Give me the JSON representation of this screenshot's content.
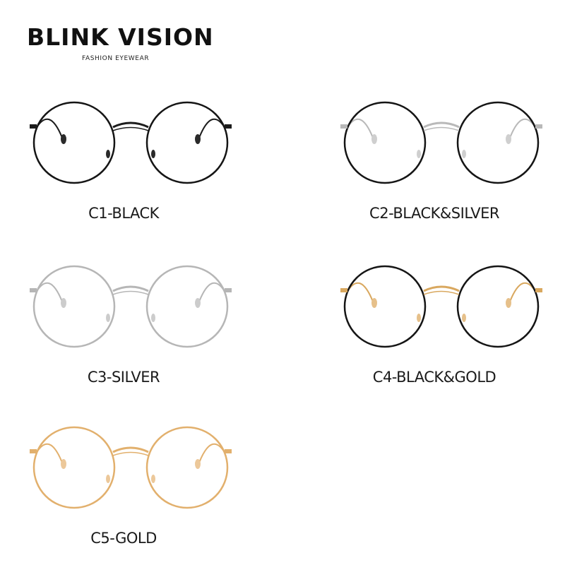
{
  "brand": {
    "name": "BLINK VISION",
    "tagline": "FASHION  EYEWEAR"
  },
  "products": [
    {
      "label": "C1-BLACK",
      "rim_color": "#151515",
      "metal_color": "#1c1c1c",
      "pad_color": "#2a2a2a"
    },
    {
      "label": "C2-BLACK&SILVER",
      "rim_color": "#151515",
      "metal_color": "#b9b9b9",
      "pad_color": "#cfcfcf"
    },
    {
      "label": "C3-SILVER",
      "rim_color": "#b6b6b6",
      "metal_color": "#b6b6b6",
      "pad_color": "#cccccc"
    },
    {
      "label": "C4-BLACK&GOLD",
      "rim_color": "#151515",
      "metal_color": "#d9a85f",
      "pad_color": "#e6c08a"
    },
    {
      "label": "C5-GOLD",
      "rim_color": "#e2b06d",
      "metal_color": "#e2b06d",
      "pad_color": "#ecc89a"
    }
  ]
}
